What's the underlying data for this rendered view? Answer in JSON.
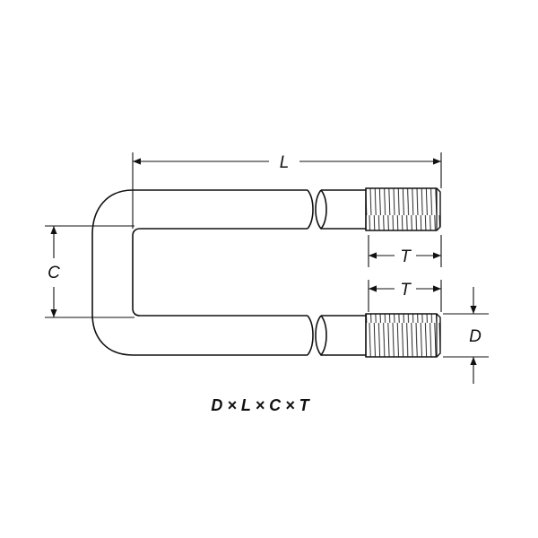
{
  "labels": {
    "length": "L",
    "center": "C",
    "thread_upper": "T",
    "thread_lower": "T",
    "diameter": "D"
  },
  "formula": "D × L × C × T",
  "colors": {
    "line": "#111111",
    "background": "#ffffff"
  }
}
